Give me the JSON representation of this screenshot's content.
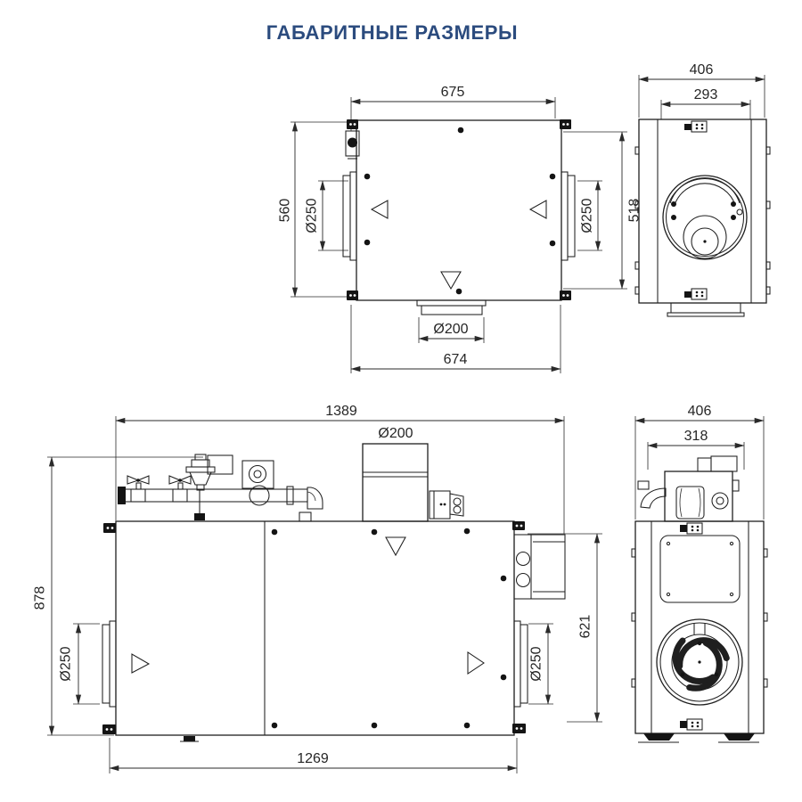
{
  "title": "ГАБАРИТНЫЕ РАЗМЕРЫ",
  "colors": {
    "title": "#2b4b7e",
    "line": "#1f1f1f"
  },
  "top_view": {
    "dim_width_top": "675",
    "dim_height_left": "560",
    "dim_height_right": "518",
    "dim_flange_left": "Ø250",
    "dim_flange_right": "Ø250",
    "dim_outlet_bottom": "Ø200",
    "dim_width_bottom": "674"
  },
  "end_view_top": {
    "dim_width_outer": "406",
    "dim_width_inner": "293"
  },
  "front_view": {
    "dim_width_total": "1389",
    "dim_outlet_top": "Ø200",
    "dim_height_total": "878",
    "dim_height_right": "621",
    "dim_flange_left": "Ø250",
    "dim_flange_right": "Ø250",
    "dim_width_bottom": "1269"
  },
  "end_view_bottom": {
    "dim_width_outer": "406",
    "dim_width_inner": "318"
  }
}
